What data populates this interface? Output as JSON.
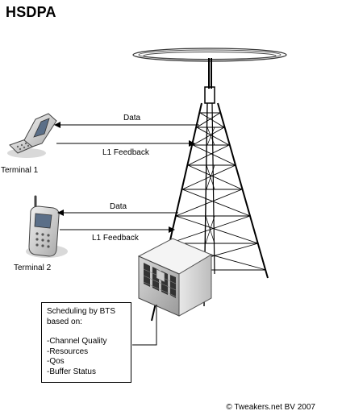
{
  "title": "HSDPA",
  "links": [
    {
      "down_label": "Data",
      "up_label": "L1 Feedback"
    },
    {
      "down_label": "Data",
      "up_label": "L1 Feedback"
    }
  ],
  "terminals": [
    "Terminal 1",
    "Terminal 2"
  ],
  "note": {
    "heading_line1": "Scheduling by BTS",
    "heading_line2": "based on:",
    "items": [
      "-Channel Quality",
      "-Resources",
      "-Qos",
      "-Buffer Status"
    ]
  },
  "copyright": "© Tweakers.net BV 2007"
}
